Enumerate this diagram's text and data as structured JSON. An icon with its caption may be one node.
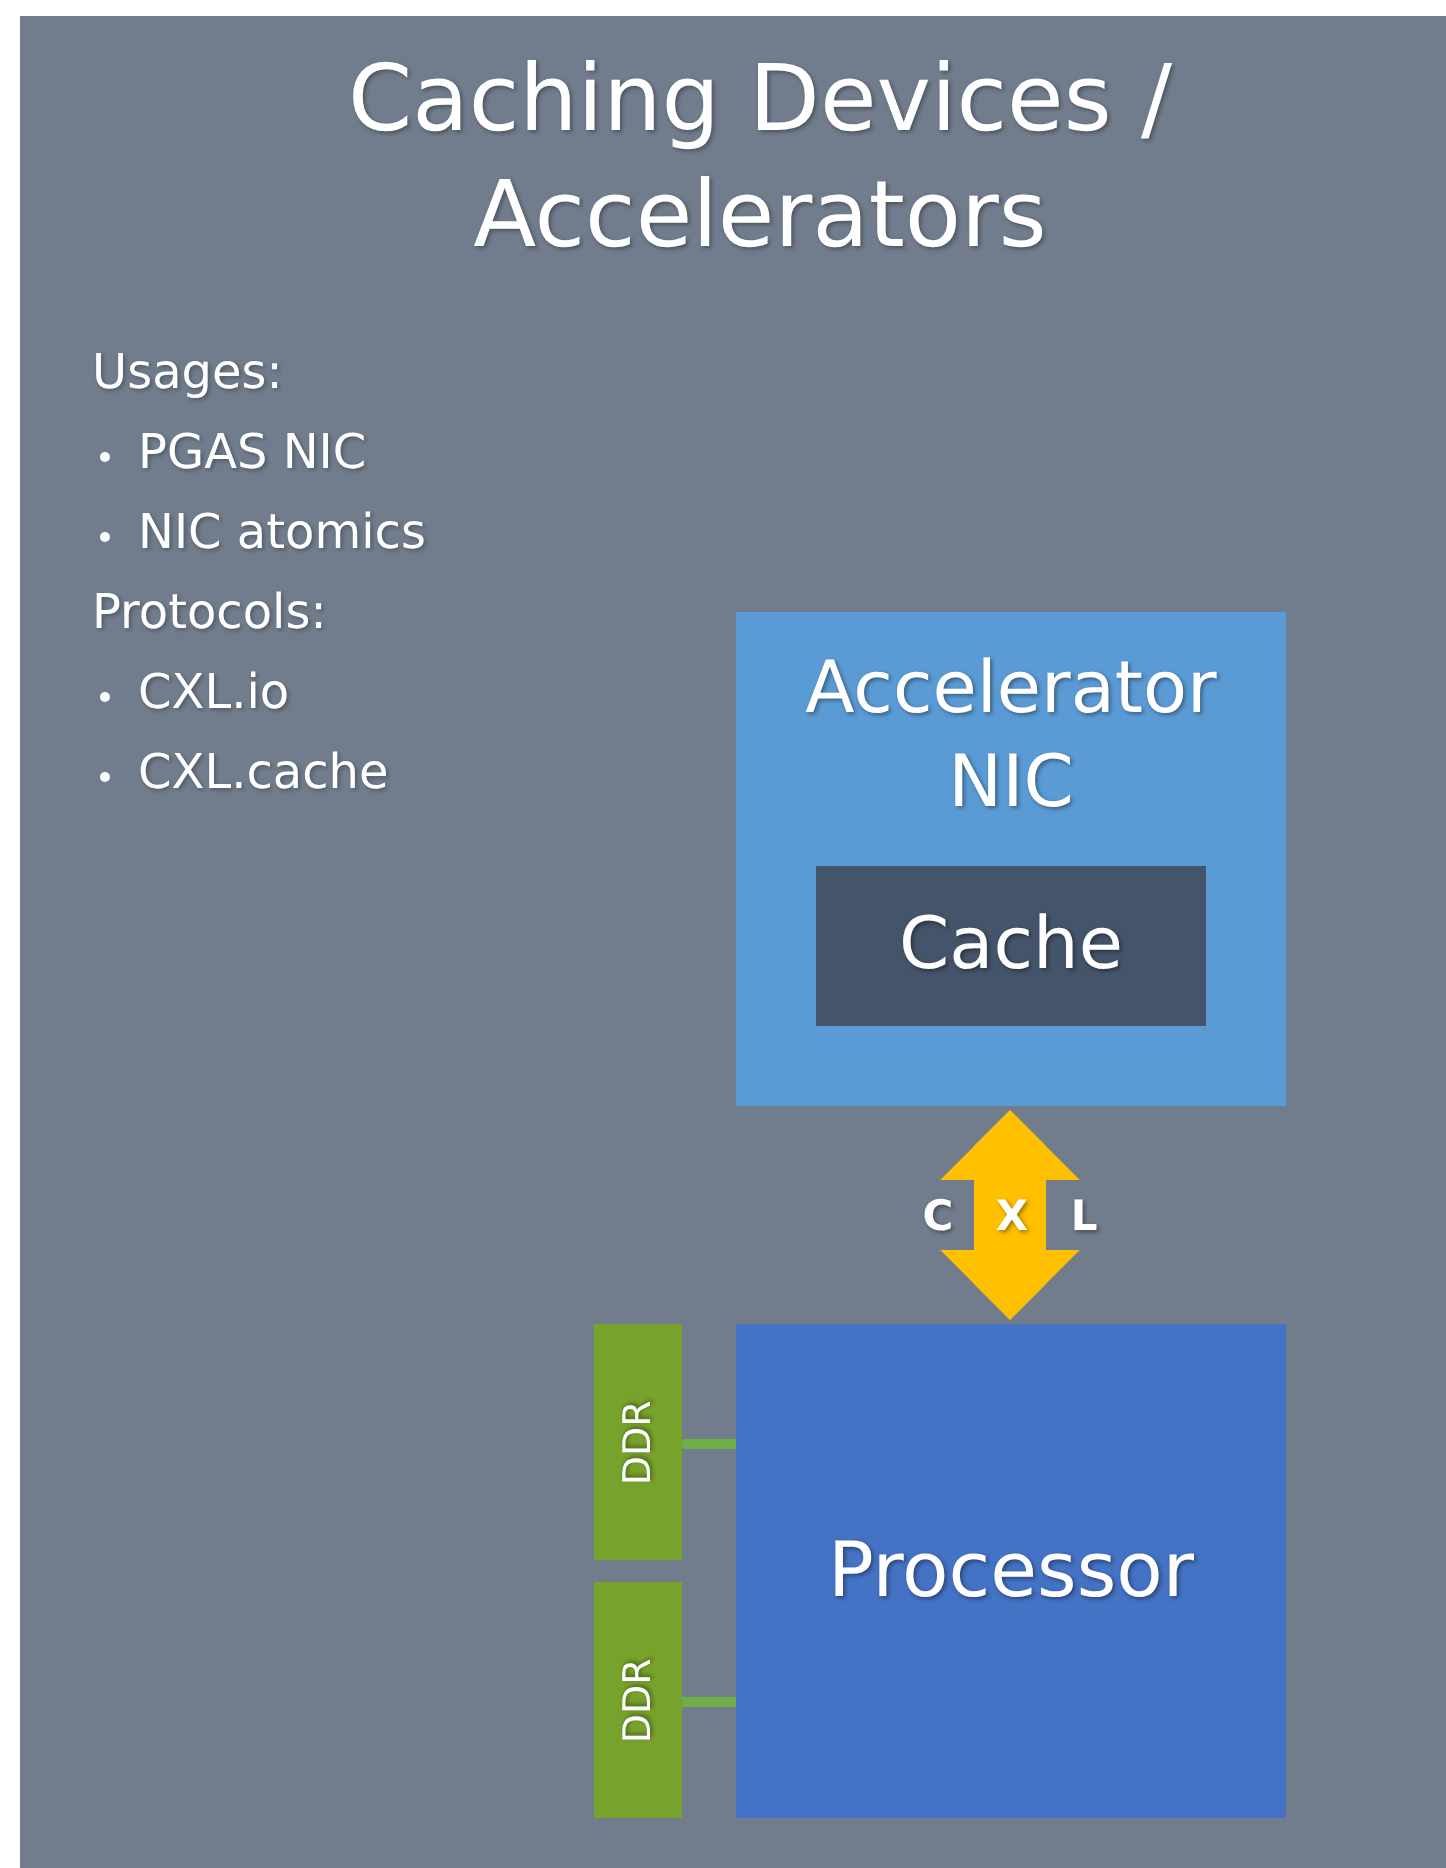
{
  "diagram": {
    "title": "Caching Devices / Accelerators",
    "nodes": [
      {
        "text": [
          "Accelerator NIC"
        ]
      },
      {
        "text": [
          "Cache"
        ],
        "in": 0
      },
      {
        "text": [
          "DDR"
        ]
      },
      {
        "text": [
          "DDR"
        ]
      },
      {
        "text": [
          "Processor"
        ]
      }
    ],
    "edges": [
      {
        "from": 0,
        "to": 4,
        "arrow": "both",
        "label": "C X L",
        "style": "thick",
        "color": "#ffc000"
      },
      {
        "from": 2,
        "to": 4,
        "arrow": "none"
      },
      {
        "from": 3,
        "to": 4,
        "arrow": "none"
      }
    ],
    "labels": [
      "Usages:",
      "PGAS NIC",
      "NIC atomics",
      "Protocols:",
      "CXL.io",
      "CXL.cache"
    ]
  }
}
